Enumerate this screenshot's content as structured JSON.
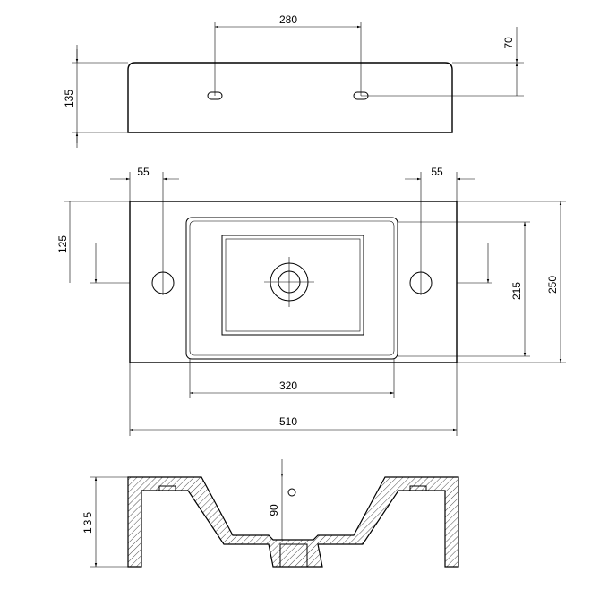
{
  "drawing": {
    "top_view": {
      "dim_hole_spacing": "280",
      "dim_hole_offset": "70",
      "dim_height": "135"
    },
    "plan_view": {
      "dim_tap_left": "55",
      "dim_tap_right": "55",
      "dim_tap_depth": "125",
      "dim_basin_depth": "215",
      "dim_total_depth": "250",
      "dim_basin_width": "320",
      "dim_total_width": "510"
    },
    "section_view": {
      "dim_height": "135",
      "dim_overflow": "90"
    }
  }
}
